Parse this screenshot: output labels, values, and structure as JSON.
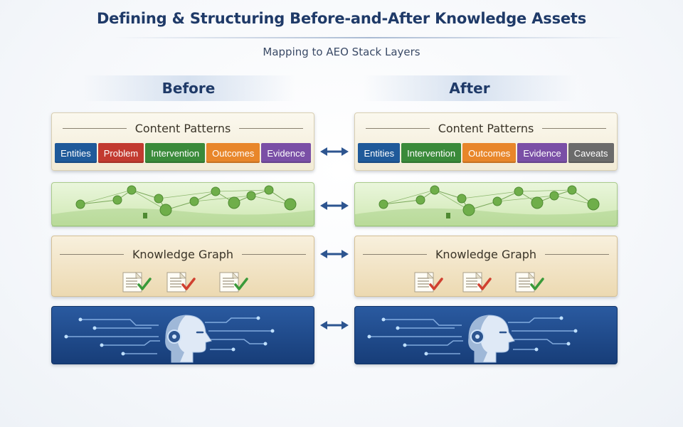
{
  "title": "Defining & Structuring Before-and-After Knowledge Assets",
  "subtitle": "Mapping to AEO Stack Layers",
  "columns": {
    "before": "Before",
    "after": "After"
  },
  "content_patterns": {
    "label": "Content Patterns",
    "before_pills": [
      {
        "text": "Entities",
        "color": "#1f5a9a"
      },
      {
        "text": "Problem",
        "color": "#c23a30"
      },
      {
        "text": "Intervention",
        "color": "#3a8a3a"
      },
      {
        "text": "Outcomes",
        "color": "#e8862a"
      },
      {
        "text": "Evidence",
        "color": "#7a4fa6"
      }
    ],
    "after_pills": [
      {
        "text": "Entities",
        "color": "#1f5a9a"
      },
      {
        "text": "Intervention",
        "color": "#3a8a3a"
      },
      {
        "text": "Outcomes",
        "color": "#e8862a"
      },
      {
        "text": "Evidence",
        "color": "#7a4fa6"
      },
      {
        "text": "Caveats",
        "color": "#6b6b6b"
      }
    ]
  },
  "knowledge_graph": {
    "label": "Knowledge Graph"
  },
  "colors": {
    "title": "#1f3a68",
    "arrow": "#2d5590",
    "node": "#6fae4a",
    "check_green": "#3a9a3a",
    "check_red": "#d04030"
  },
  "icons": {
    "arrows": "double-arrow-icon",
    "document": "document-check-icon",
    "ai": "ai-head-icon"
  }
}
